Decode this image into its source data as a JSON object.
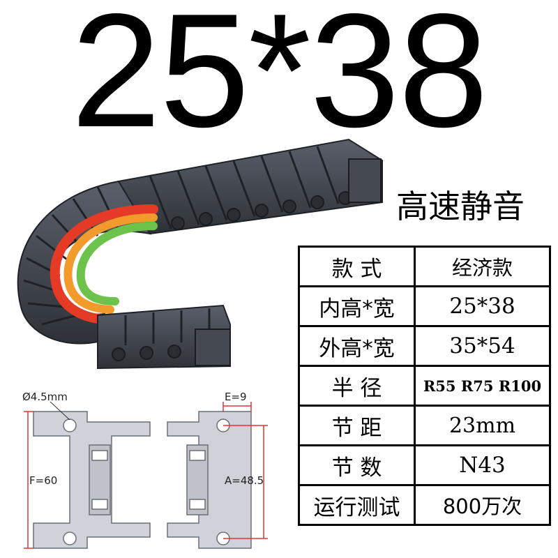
{
  "title": "25*38",
  "subtitle": "高速静音",
  "spec_table": [
    {
      "label": "款 式",
      "value": "经济款"
    },
    {
      "label": "内高*宽",
      "value": "25*38"
    },
    {
      "label": "外高*宽",
      "value": "35*54"
    },
    {
      "label": "半 径",
      "value": "R55 R75 R100"
    },
    {
      "label": "节 距",
      "value": "23mm"
    },
    {
      "label": "节 数",
      "value": "N43"
    },
    {
      "label": "运行测试",
      "value": "800万次"
    }
  ],
  "diagram": {
    "hole_label": "Ø4.5mm",
    "e_label": "E=9",
    "f_label": "F=60",
    "a_label": "A=48.5"
  },
  "colors": {
    "chain": "#3a3f47",
    "cable_red": "#e53a26",
    "cable_orange": "#f39a2c",
    "cable_green": "#6cc24a",
    "dimension_line": "#e0323a",
    "part_fill": "#cfd2d8"
  }
}
